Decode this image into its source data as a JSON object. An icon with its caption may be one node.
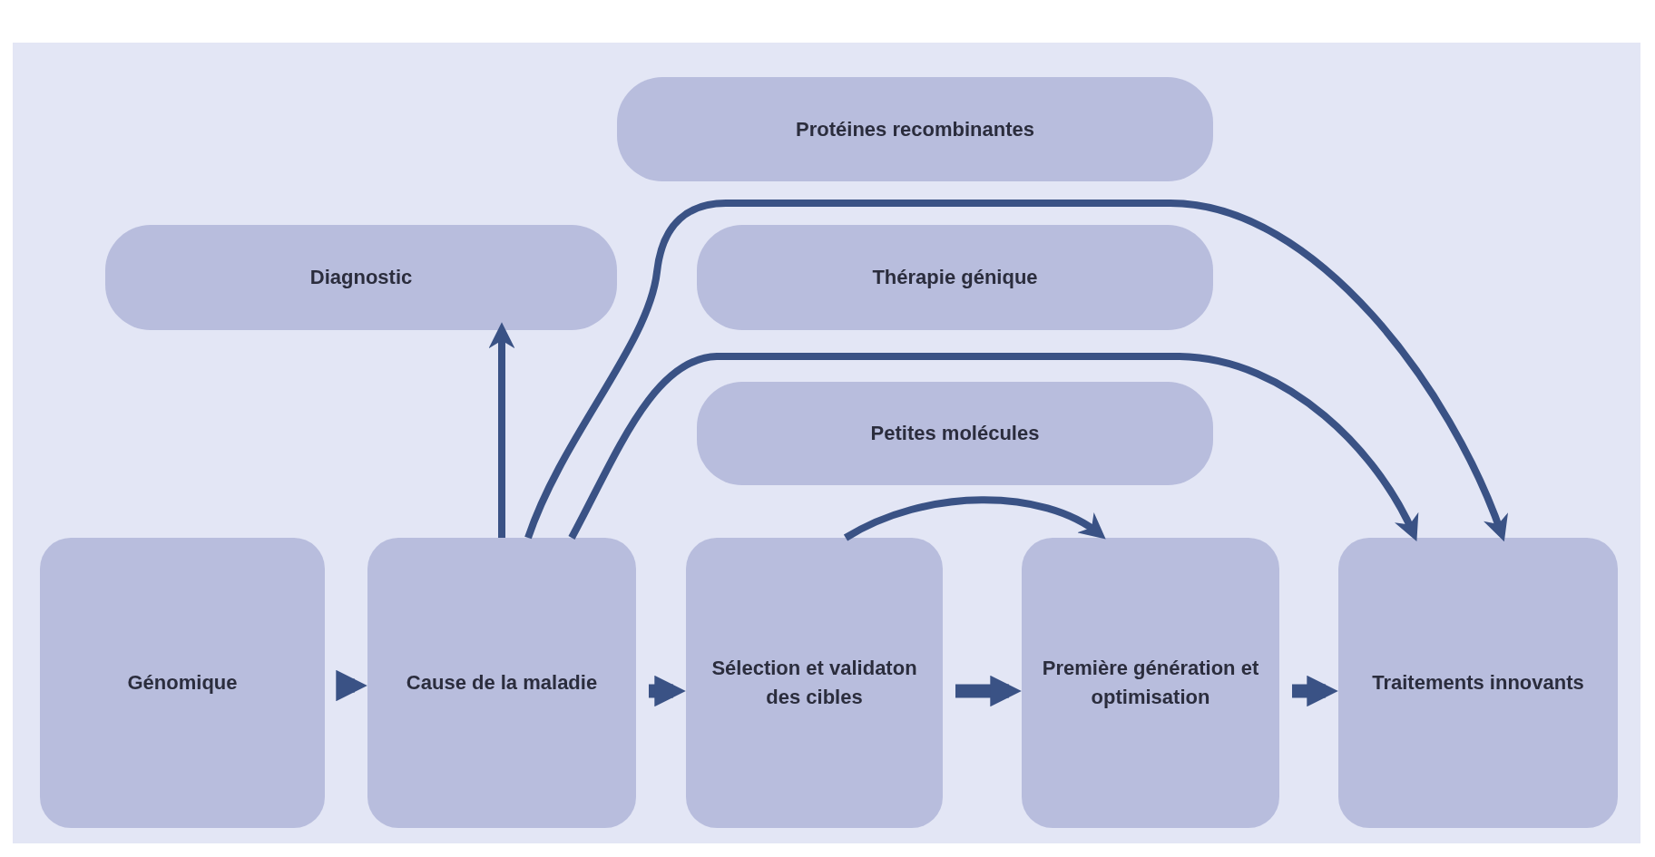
{
  "diagram": {
    "nodes": [
      {
        "text": [
          "Protéines recombinantes"
        ]
      },
      {
        "text": [
          "Diagnostic"
        ]
      },
      {
        "text": [
          "Thérapie génique"
        ]
      },
      {
        "text": [
          "Petites molécules"
        ]
      },
      {
        "text": [
          "Génomique"
        ]
      },
      {
        "text": [
          "Cause de la maladie"
        ]
      },
      {
        "text": [
          "Sélection et validaton des cibles"
        ]
      },
      {
        "text": [
          "Première génération et optimisation"
        ]
      },
      {
        "text": [
          "Traitements innovants"
        ]
      }
    ],
    "edges": [
      {
        "from": 4,
        "to": 5,
        "arrow": "to",
        "style": "thick"
      },
      {
        "from": 5,
        "to": 6,
        "arrow": "to",
        "style": "thick"
      },
      {
        "from": 6,
        "to": 7,
        "arrow": "to",
        "style": "thick"
      },
      {
        "from": 7,
        "to": 8,
        "arrow": "to",
        "style": "thick"
      },
      {
        "from": 5,
        "to": 1,
        "arrow": "to"
      },
      {
        "from": 5,
        "to": 8,
        "arrow": "to"
      },
      {
        "from": 5,
        "to": 8,
        "arrow": "to"
      },
      {
        "from": 6,
        "to": 7,
        "arrow": "to"
      }
    ]
  }
}
